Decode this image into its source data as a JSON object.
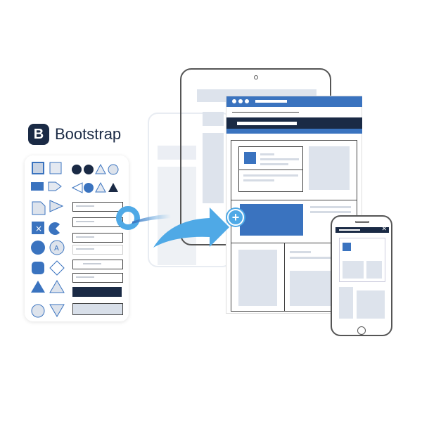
{
  "brand": {
    "logo_letter": "B",
    "name": "Bootstrap"
  },
  "colors": {
    "primary": "#3a73bf",
    "dark": "#1a2a45",
    "accent": "#4fa9e6",
    "placeholder": "#dde3ec"
  },
  "palette": {
    "icons": [
      "component-icon",
      "card-icon",
      "circle-dark",
      "circle-dark",
      "triangle-outline",
      "circle-outline",
      "puzzle-icon",
      "arrow-right-icon",
      "arrow-left-icon",
      "circle-blue",
      "triangle-outline",
      "triangle-dark",
      "trapezoid-icon",
      "play-icon",
      "close-box-icon",
      "pacman-icon",
      "close-circle-icon",
      "a-circle-icon",
      "stop-icon",
      "plus-diamond-icon",
      "triangle-blue",
      "triangle-gray",
      "arc-icon",
      "arc-icon",
      "up-circle-icon",
      "down-triangle-icon"
    ],
    "fields": [
      "text-input",
      "text-input",
      "text-input",
      "text-input",
      "checkbox-input",
      "text-input",
      "dark-button",
      "light-button"
    ]
  },
  "browser": {
    "dots": 3
  },
  "phone": {
    "close_glyph": "✕"
  },
  "connector": {
    "add_glyph": "+"
  }
}
